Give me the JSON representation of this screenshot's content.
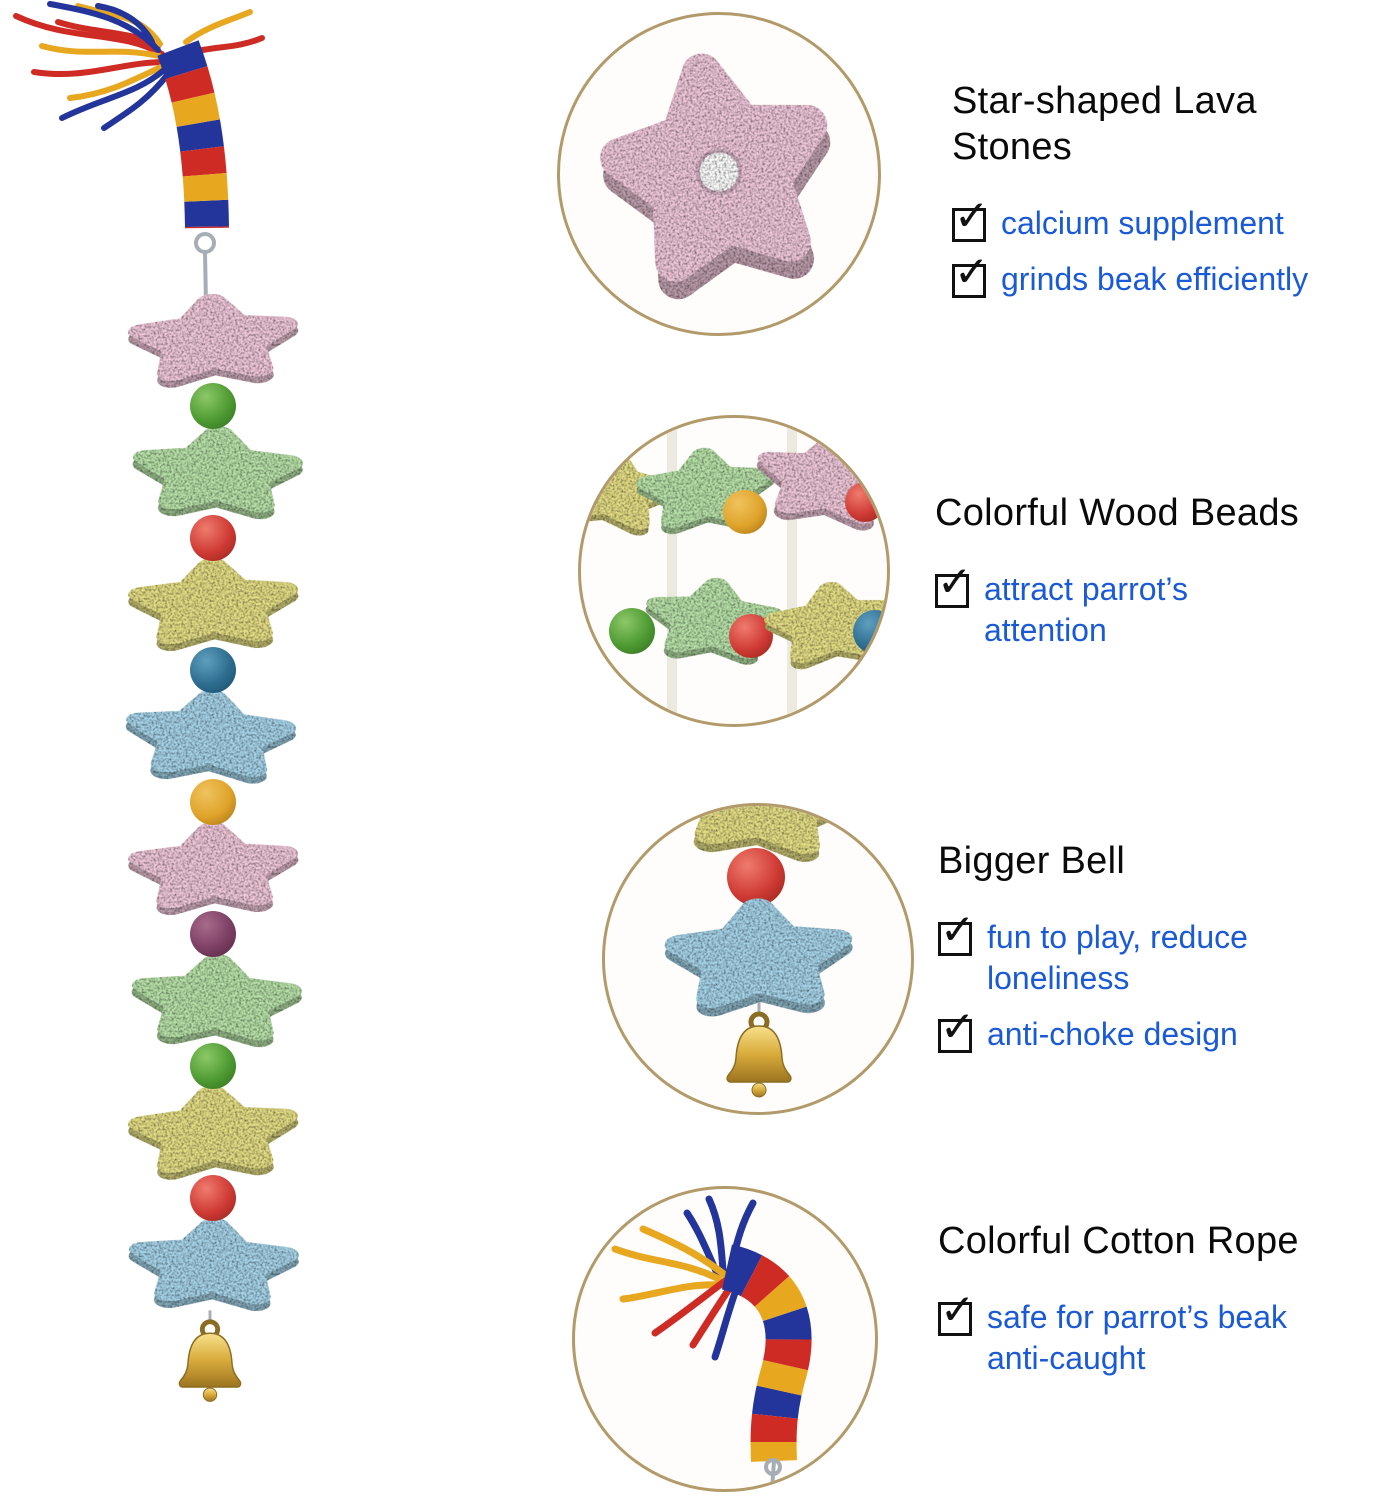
{
  "features": [
    {
      "title": "Star-shaped Lava Stones",
      "items": [
        "calcium supplement",
        "grinds beak efficiently"
      ]
    },
    {
      "title": "Colorful Wood Beads",
      "items": [
        "attract parrot’s attention"
      ]
    },
    {
      "title": "Bigger Bell",
      "items": [
        "fun to play, reduce loneliness",
        "anti-choke design"
      ]
    },
    {
      "title": "Colorful Cotton Rope",
      "items": [
        "safe for parrot’s beak anti-caught"
      ]
    }
  ],
  "icons": {
    "checkmark": "✓",
    "lava_stone": "star-shaped porous stone",
    "wood_bead": "round wooden bead",
    "bell": "golden bell",
    "rope": "twisted tricolor cotton rope"
  },
  "colors": {
    "accent_text": "#1a5ad7",
    "heading_text": "#0a0a0a",
    "circle_border": "#b29a6a",
    "stone_pink": "#efc7d9",
    "stone_green": "#b7e0a8",
    "stone_yellow": "#e3dd85",
    "stone_blue": "#a6d3e8",
    "bead_green": "#4e9a32",
    "bead_red": "#cf3a34",
    "bead_teal": "#2d6c8e",
    "bead_amber": "#dfa32b",
    "bead_purple": "#7c3f63",
    "rope_red": "#cf2b25",
    "rope_yellow": "#e7a71f",
    "rope_blue": "#23359b",
    "bell_gold": "#d9ab3c",
    "metal_wire": "#a7adb5"
  }
}
